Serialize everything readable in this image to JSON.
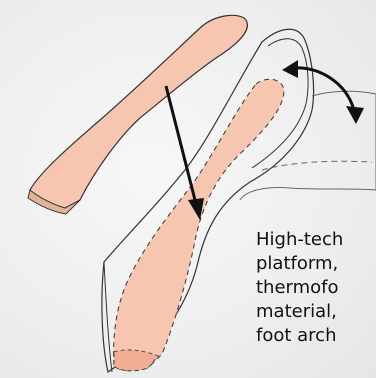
{
  "caption": {
    "lines": [
      "High-tech",
      "platform,",
      "thermofo",
      "material,",
      "foot arch"
    ]
  },
  "colors": {
    "insole_fill": "#f6c6b1",
    "heel_pad_fill": "#dfb49b",
    "outline": "#333333",
    "arrow": "#111111",
    "background": "#efefef"
  }
}
